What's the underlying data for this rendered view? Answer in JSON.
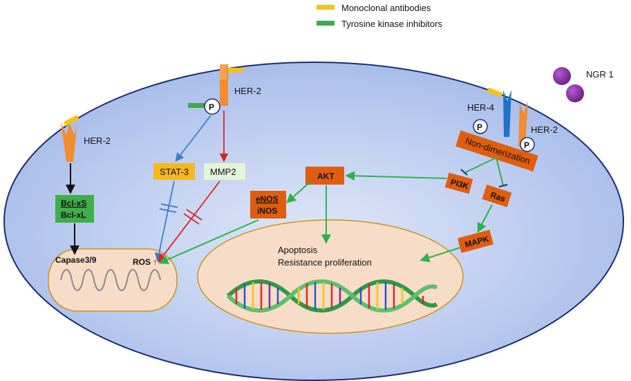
{
  "legend": {
    "monoclonal": "Monoclonal antibodies",
    "tki": "Tyrosine kinase inhibitors"
  },
  "colors": {
    "monoclonal": "#f5c21a",
    "tki": "#3fab47",
    "receptor_her2": "#f28c2c",
    "receptor_her4": "#1f72c8",
    "pathway_box": "#e05d0f",
    "stat3_box": "#f7b81b",
    "mmp2_box": "#e4f4d8",
    "bcl_box": "#3fae49",
    "ngr": "#8e2ca8",
    "arrow_blue": "#3a7dc9",
    "arrow_red": "#e02020",
    "arrow_green": "#2db24a",
    "arrow_black": "#111111"
  },
  "labels": {
    "ngr": "NGR 1",
    "her2_left": "HER-2",
    "her2_top": "HER-2",
    "her4": "HER-4",
    "her2_right": "HER-2",
    "phospho": "P",
    "non_dimerization": "Non-dimerization",
    "pi3k": "PI3K",
    "ras": "Ras",
    "mapk": "MAPK",
    "akt": "AKT",
    "enos": "eNOS",
    "inos": "iNOS",
    "stat3": "STAT-3",
    "mmp2": "MMP2",
    "bcl_xs": "Bcl-xS",
    "bcl_xl": "Bcl-xL",
    "caspase": "Capase3/9",
    "ros": "ROS ↑",
    "apoptosis": "Apoptosis",
    "resistance": "Resistance proliferation"
  }
}
